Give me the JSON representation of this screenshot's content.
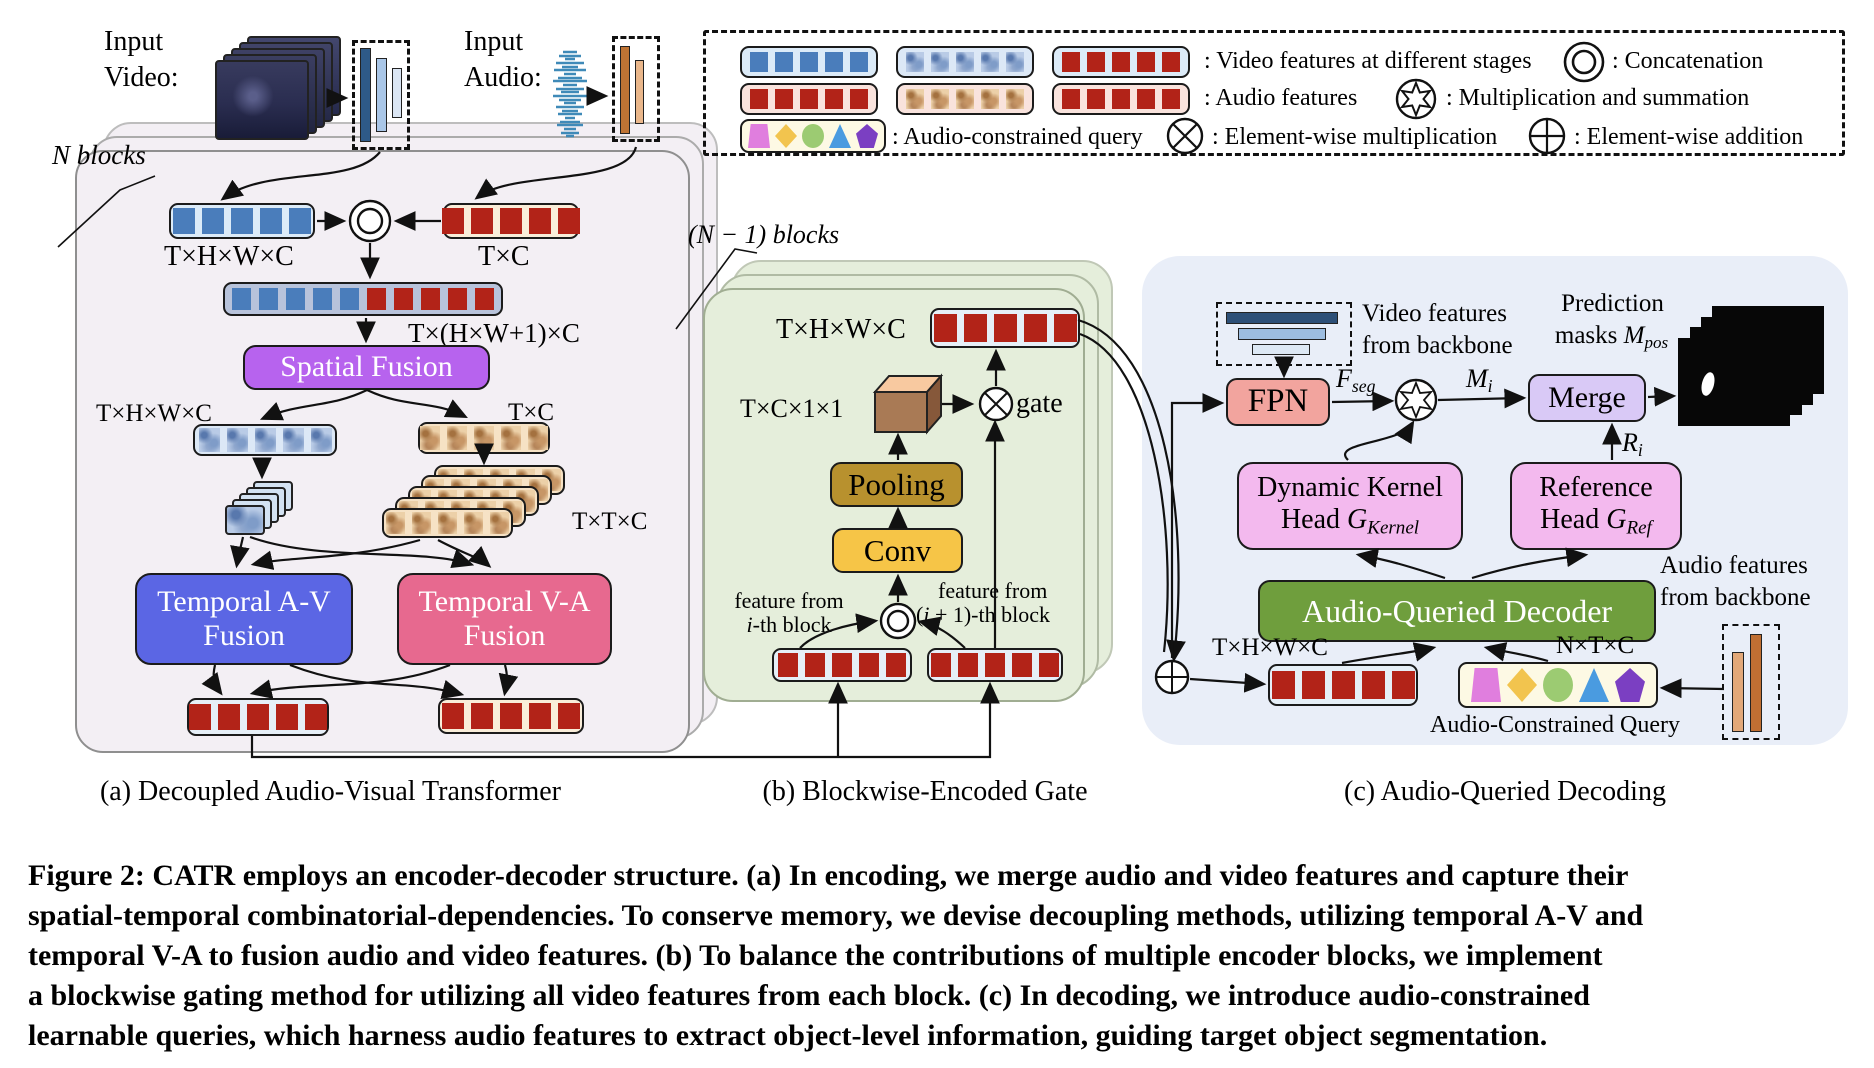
{
  "colors": {
    "panel_a_bg": "#f3eff4",
    "panel_b_bg": "#e5eedb",
    "panel_c_bg": "#e9eef8",
    "spatial_fusion": "#b763ee",
    "temporal_av": "#5b66e4",
    "temporal_va": "#e7698f",
    "pooling": "#b8912e",
    "conv": "#f6c547",
    "fpn": "#f2a49e",
    "merge": "#d9c9f6",
    "head_pink": "#f3b9ee",
    "decoder_green": "#6f9e3d",
    "video_square": "#4a7dbb",
    "audio_square": "#b22318"
  },
  "inputs": {
    "video_line1": "Input",
    "video_line2": "Video:",
    "audio_line1": "Input",
    "audio_line2": "Audio:",
    "n_blocks": "N blocks"
  },
  "legend": {
    "row1_label": ": Video features at different stages",
    "row1_concat": ": Concatenation",
    "row2_label": ": Audio features",
    "row2_mult": ": Multiplication and summation",
    "row3_label": ": Audio-constrained query",
    "row3_elem_mult": ": Element-wise multiplication",
    "row3_elem_add": ": Element-wise addition"
  },
  "panel_a": {
    "dim_video": "T×H×W×C",
    "dim_audio": "T×C",
    "dim_merged": "T×(H×W+1)×C",
    "spatial_fusion": "Spatial Fusion",
    "dim_video2": "T×H×W×C",
    "dim_audio2": "T×C",
    "dim_ttc": "T×T×C",
    "temporal_av_line1": "Temporal A-V",
    "temporal_av_line2": "Fusion",
    "temporal_va_line1": "Temporal V-A",
    "temporal_va_line2": "Fusion",
    "caption": "(a) Decoupled Audio-Visual Transformer"
  },
  "panel_b": {
    "blocks_label": "(N − 1) blocks",
    "dim_top": "T×H×W×C",
    "gate_label": "gate",
    "dim_cube": "T×C×1×1",
    "pooling": "Pooling",
    "conv": "Conv",
    "feat_i_line1": "feature from",
    "feat_i_var": "i",
    "feat_i_rest": "-th block",
    "feat_i1_line1": "feature from",
    "feat_i1_pre": "(",
    "feat_i1_var": "i",
    "feat_i1_rest": " + 1)-th block",
    "caption": "(b) Blockwise-Encoded Gate"
  },
  "panel_c": {
    "video_feat_line1": "Video features",
    "video_feat_line2": "from backbone",
    "pred_line1": "Prediction",
    "pred_line2_word": "masks ",
    "pred_var": "M",
    "pred_sub": "pos",
    "fpn": "FPN",
    "fseg_var": "F",
    "fseg_sub": "seg",
    "mi_var": "M",
    "mi_sub": "i",
    "merge": "Merge",
    "ri_var": "R",
    "ri_sub": "i",
    "dkh_line1": "Dynamic Kernel",
    "dkh_line2": "Head ",
    "dkh_var": "G",
    "dkh_sub": "Kernel",
    "ref_line1": "Reference",
    "ref_line2": "Head ",
    "ref_var": "G",
    "ref_sub": "Ref",
    "decoder": "Audio-Queried Decoder",
    "dim_thwc": "T×H×W×C",
    "dim_ntc": "N×T×C",
    "acq_label": "Audio-Constrained Query",
    "audio_feat_line1": "Audio features",
    "audio_feat_line2": "from backbone",
    "caption": "(c) Audio-Queried Decoding"
  },
  "figure_caption": {
    "lines": [
      "Figure 2: CATR employs an encoder-decoder structure. (a) In encoding, we merge audio and video features and capture their",
      "spatial-temporal combinatorial-dependencies. To conserve memory, we devise decoupling methods, utilizing temporal A-V and",
      "temporal V-A to fusion audio and video features. (b) To balance the contributions of multiple encoder blocks, we implement",
      "a blockwise gating method for utilizing all video features from each block. (c) In decoding, we introduce audio-constrained",
      "learnable queries, which harness audio features to extract object-level information, guiding target object segmentation."
    ]
  }
}
